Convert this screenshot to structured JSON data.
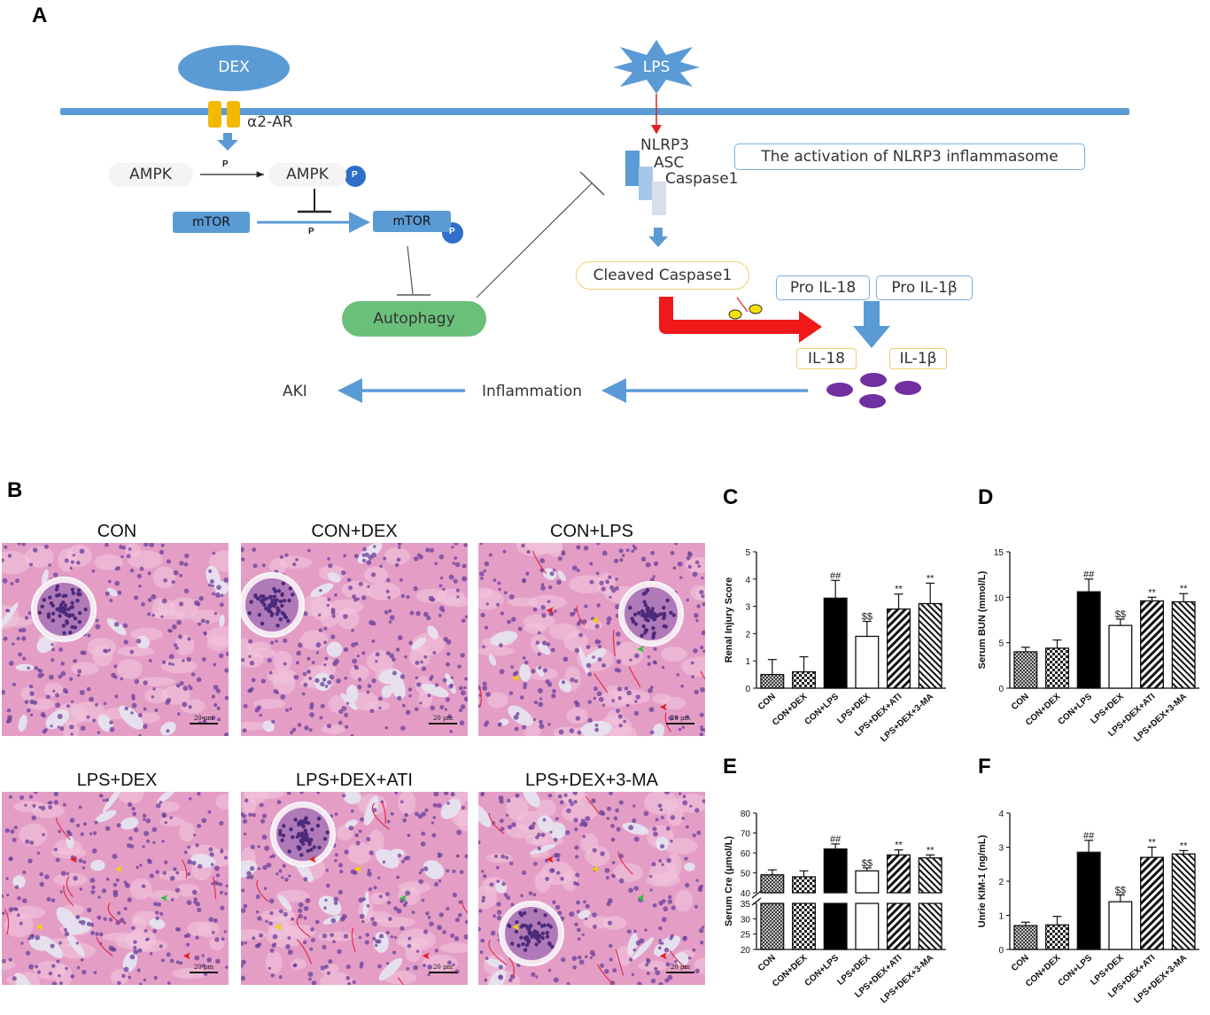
{
  "panels": {
    "a": "A",
    "b": "B",
    "c": "C",
    "d": "D",
    "e": "E",
    "f": "F"
  },
  "diagram": {
    "dex": "DEX",
    "lps": "LPS",
    "receptor": "α2-AR",
    "ampk_left": "AMPK",
    "ampk_right": "AMPK",
    "p_small": "P",
    "p_badge": "P",
    "mtor_left": "mTOR",
    "mtor_right": "mTOR",
    "autophagy": "Autophagy",
    "nlrp3": "NLRP3",
    "asc": "ASC",
    "caspase1": "Caspase1",
    "activation_box": "The activation of NLRP3 inflammasome",
    "cleaved": "Cleaved Caspase1",
    "pro_il18": "Pro IL-18",
    "pro_il1b": "Pro IL-1β",
    "il18": "IL-18",
    "il1b": "IL-1β",
    "inflammation": "Inflammation",
    "aki": "AKI"
  },
  "histology": {
    "titles": [
      "CON",
      "CON+DEX",
      "CON+LPS",
      "LPS+DEX",
      "LPS+DEX+ATI",
      "LPS+DEX+3-MA"
    ],
    "scale": "20 μm"
  },
  "charts": {
    "categories": [
      "CON",
      "CON+DEX",
      "CON+LPS",
      "LPS+DEX",
      "LPS+DEX+ATI",
      "LPS+DEX+3-MA"
    ],
    "colors": {
      "dark": "#000000",
      "bar_edge": "#111111"
    }
  },
  "chart_data": [
    {
      "panel": "C",
      "type": "bar",
      "ylabel": "Renal Injury Score",
      "ylim": [
        0,
        5
      ],
      "yticks": [
        0,
        1,
        2,
        3,
        4,
        5
      ],
      "categories": [
        "CON",
        "CON+DEX",
        "CON+LPS",
        "LPS+DEX",
        "LPS+DEX+ATI",
        "LPS+DEX+3-MA"
      ],
      "values": [
        0.5,
        0.6,
        3.3,
        1.9,
        2.9,
        3.1
      ],
      "errors": [
        0.55,
        0.55,
        0.65,
        0.55,
        0.55,
        0.75
      ],
      "annotations": [
        "",
        "",
        "##",
        "$$",
        "**",
        "**"
      ]
    },
    {
      "panel": "D",
      "type": "bar",
      "ylabel": "Serum BUN (mmol/L)",
      "ylim": [
        0,
        15
      ],
      "yticks": [
        0,
        5,
        10,
        15
      ],
      "categories": [
        "CON",
        "CON+DEX",
        "CON+LPS",
        "LPS+DEX",
        "LPS+DEX+ATI",
        "LPS+DEX+3-MA"
      ],
      "values": [
        4.0,
        4.4,
        10.6,
        6.9,
        9.6,
        9.5
      ],
      "errors": [
        0.5,
        0.9,
        1.4,
        0.7,
        0.4,
        0.9
      ],
      "annotations": [
        "",
        "",
        "##",
        "$$",
        "**",
        "**"
      ]
    },
    {
      "panel": "E",
      "type": "bar",
      "ylabel": "Serum Cre (μmol/L)",
      "broken_axis": true,
      "ylim": [
        20,
        80
      ],
      "yticks": [
        20,
        25,
        30,
        35,
        40,
        50,
        60,
        70,
        80
      ],
      "categories": [
        "CON",
        "CON+DEX",
        "CON+LPS",
        "LPS+DEX",
        "LPS+DEX+ATI",
        "LPS+DEX+3-MA"
      ],
      "values": [
        49,
        48,
        62,
        51,
        59,
        57.5
      ],
      "errors": [
        2.5,
        3,
        2.5,
        1.5,
        2.5,
        1.5
      ],
      "annotations": [
        "",
        "",
        "##",
        "$$",
        "**",
        "**"
      ]
    },
    {
      "panel": "F",
      "type": "bar",
      "ylabel": "Unrie KIM-1 (ng/mL)",
      "ylim": [
        0,
        4
      ],
      "yticks": [
        0,
        1,
        2,
        3,
        4
      ],
      "categories": [
        "CON",
        "CON+DEX",
        "CON+LPS",
        "LPS+DEX",
        "LPS+DEX+ATI",
        "LPS+DEX+3-MA"
      ],
      "values": [
        0.7,
        0.72,
        2.85,
        1.4,
        2.7,
        2.8
      ],
      "errors": [
        0.1,
        0.25,
        0.35,
        0.2,
        0.3,
        0.1
      ],
      "annotations": [
        "",
        "",
        "##",
        "$$",
        "**",
        "**"
      ]
    }
  ]
}
